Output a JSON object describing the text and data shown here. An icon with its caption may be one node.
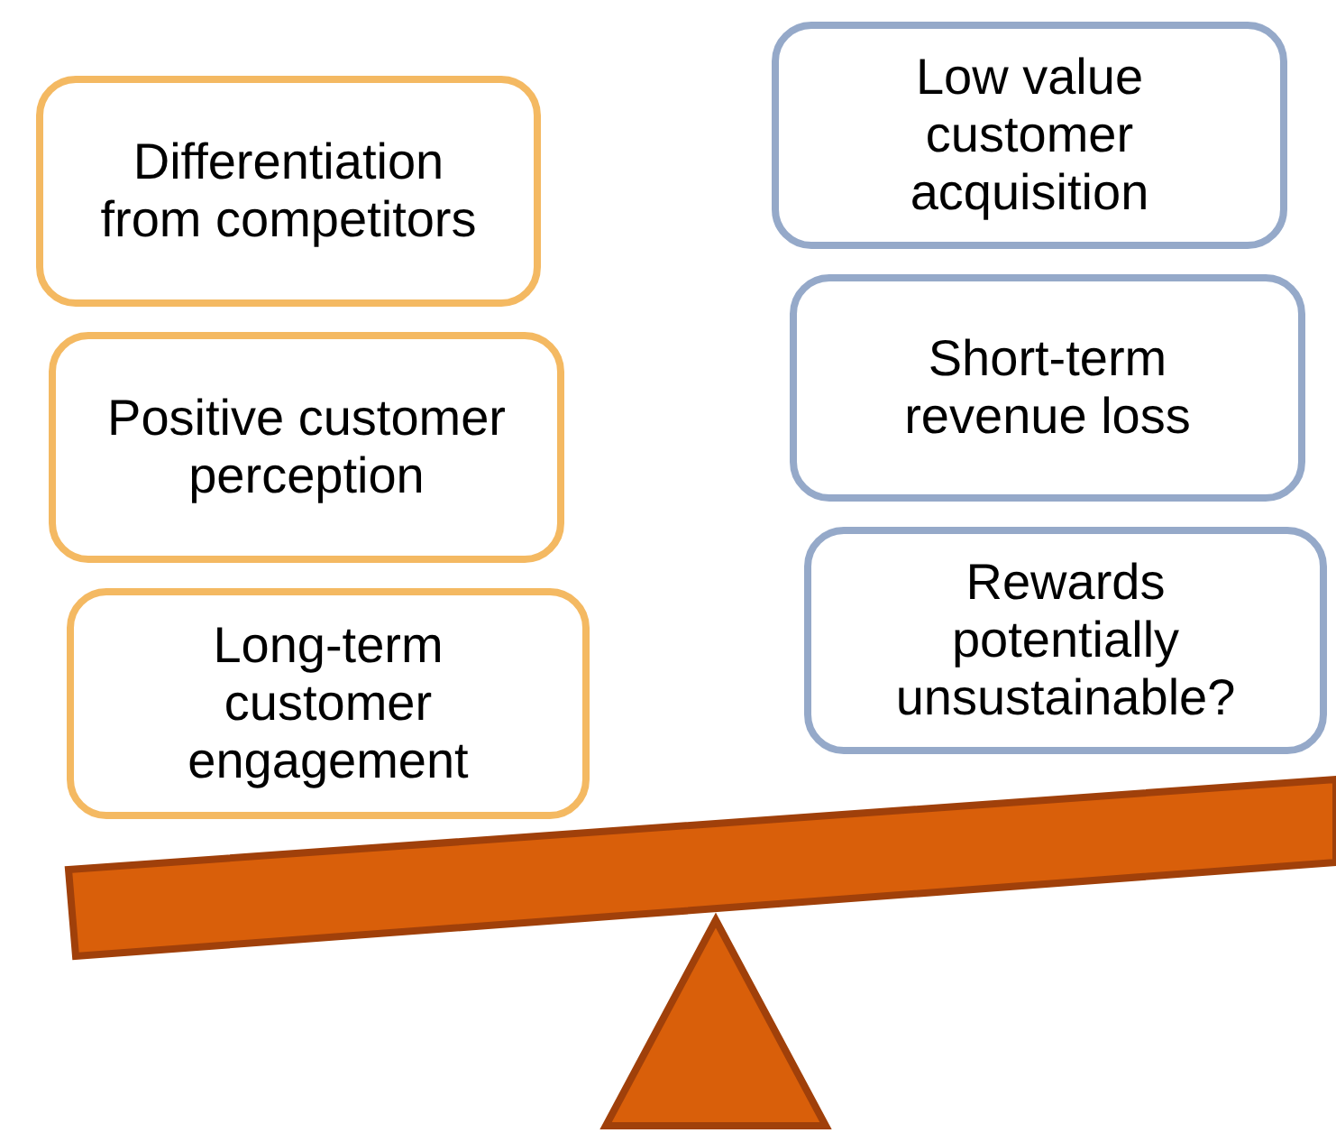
{
  "diagram": {
    "nodes": [
      {
        "text": [
          "Differentiation from competitors"
        ]
      },
      {
        "text": [
          "Positive customer perception"
        ]
      },
      {
        "text": [
          "Long-term customer engagement"
        ]
      },
      {
        "text": [
          "Low value customer acquisition"
        ]
      },
      {
        "text": [
          "Short-term revenue loss"
        ]
      },
      {
        "text": [
          "Rewards potentially unsustainable?"
        ]
      }
    ],
    "edges": []
  }
}
